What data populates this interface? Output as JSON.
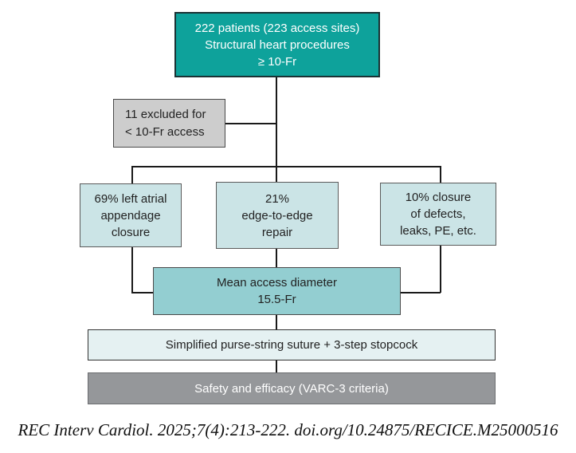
{
  "figure": {
    "top_box": {
      "lines": [
        "222 patients (223 access sites)",
        "Structural heart procedures",
        "≥ 10-Fr"
      ]
    },
    "excluded_box": {
      "lines": [
        "11 excluded for",
        "< 10-Fr access"
      ]
    },
    "branch_boxes": [
      {
        "lines": [
          "69% left atrial",
          "appendage",
          "closure"
        ]
      },
      {
        "lines": [
          "21%",
          "edge-to-edge",
          "repair"
        ]
      },
      {
        "lines": [
          "10% closure",
          "of defects,",
          "leaks, PE, etc."
        ]
      }
    ],
    "mean_box": {
      "lines": [
        "Mean access diameter",
        "15.5-Fr"
      ]
    },
    "suture_box": {
      "label": "Simplified purse-string suture + 3-step stopcock"
    },
    "safety_box": {
      "label": "Safety and efficacy (VARC-3 criteria)"
    },
    "caption": "REC Interv Cardiol. 2025;7(4):213-222. doi.org/10.24875/RECICE.M25000516",
    "colors": {
      "primary_teal": "#0ea29b",
      "mean_teal": "#93ced1",
      "branch_teal": "#cbe4e6",
      "pale_teal": "#e5f1f2",
      "excluded_gray": "#cdcdcd",
      "safety_gray": "#95979a",
      "connector_line": "#1a1a1a",
      "white_text": "#ffffff",
      "dark_text": "#222222"
    }
  }
}
